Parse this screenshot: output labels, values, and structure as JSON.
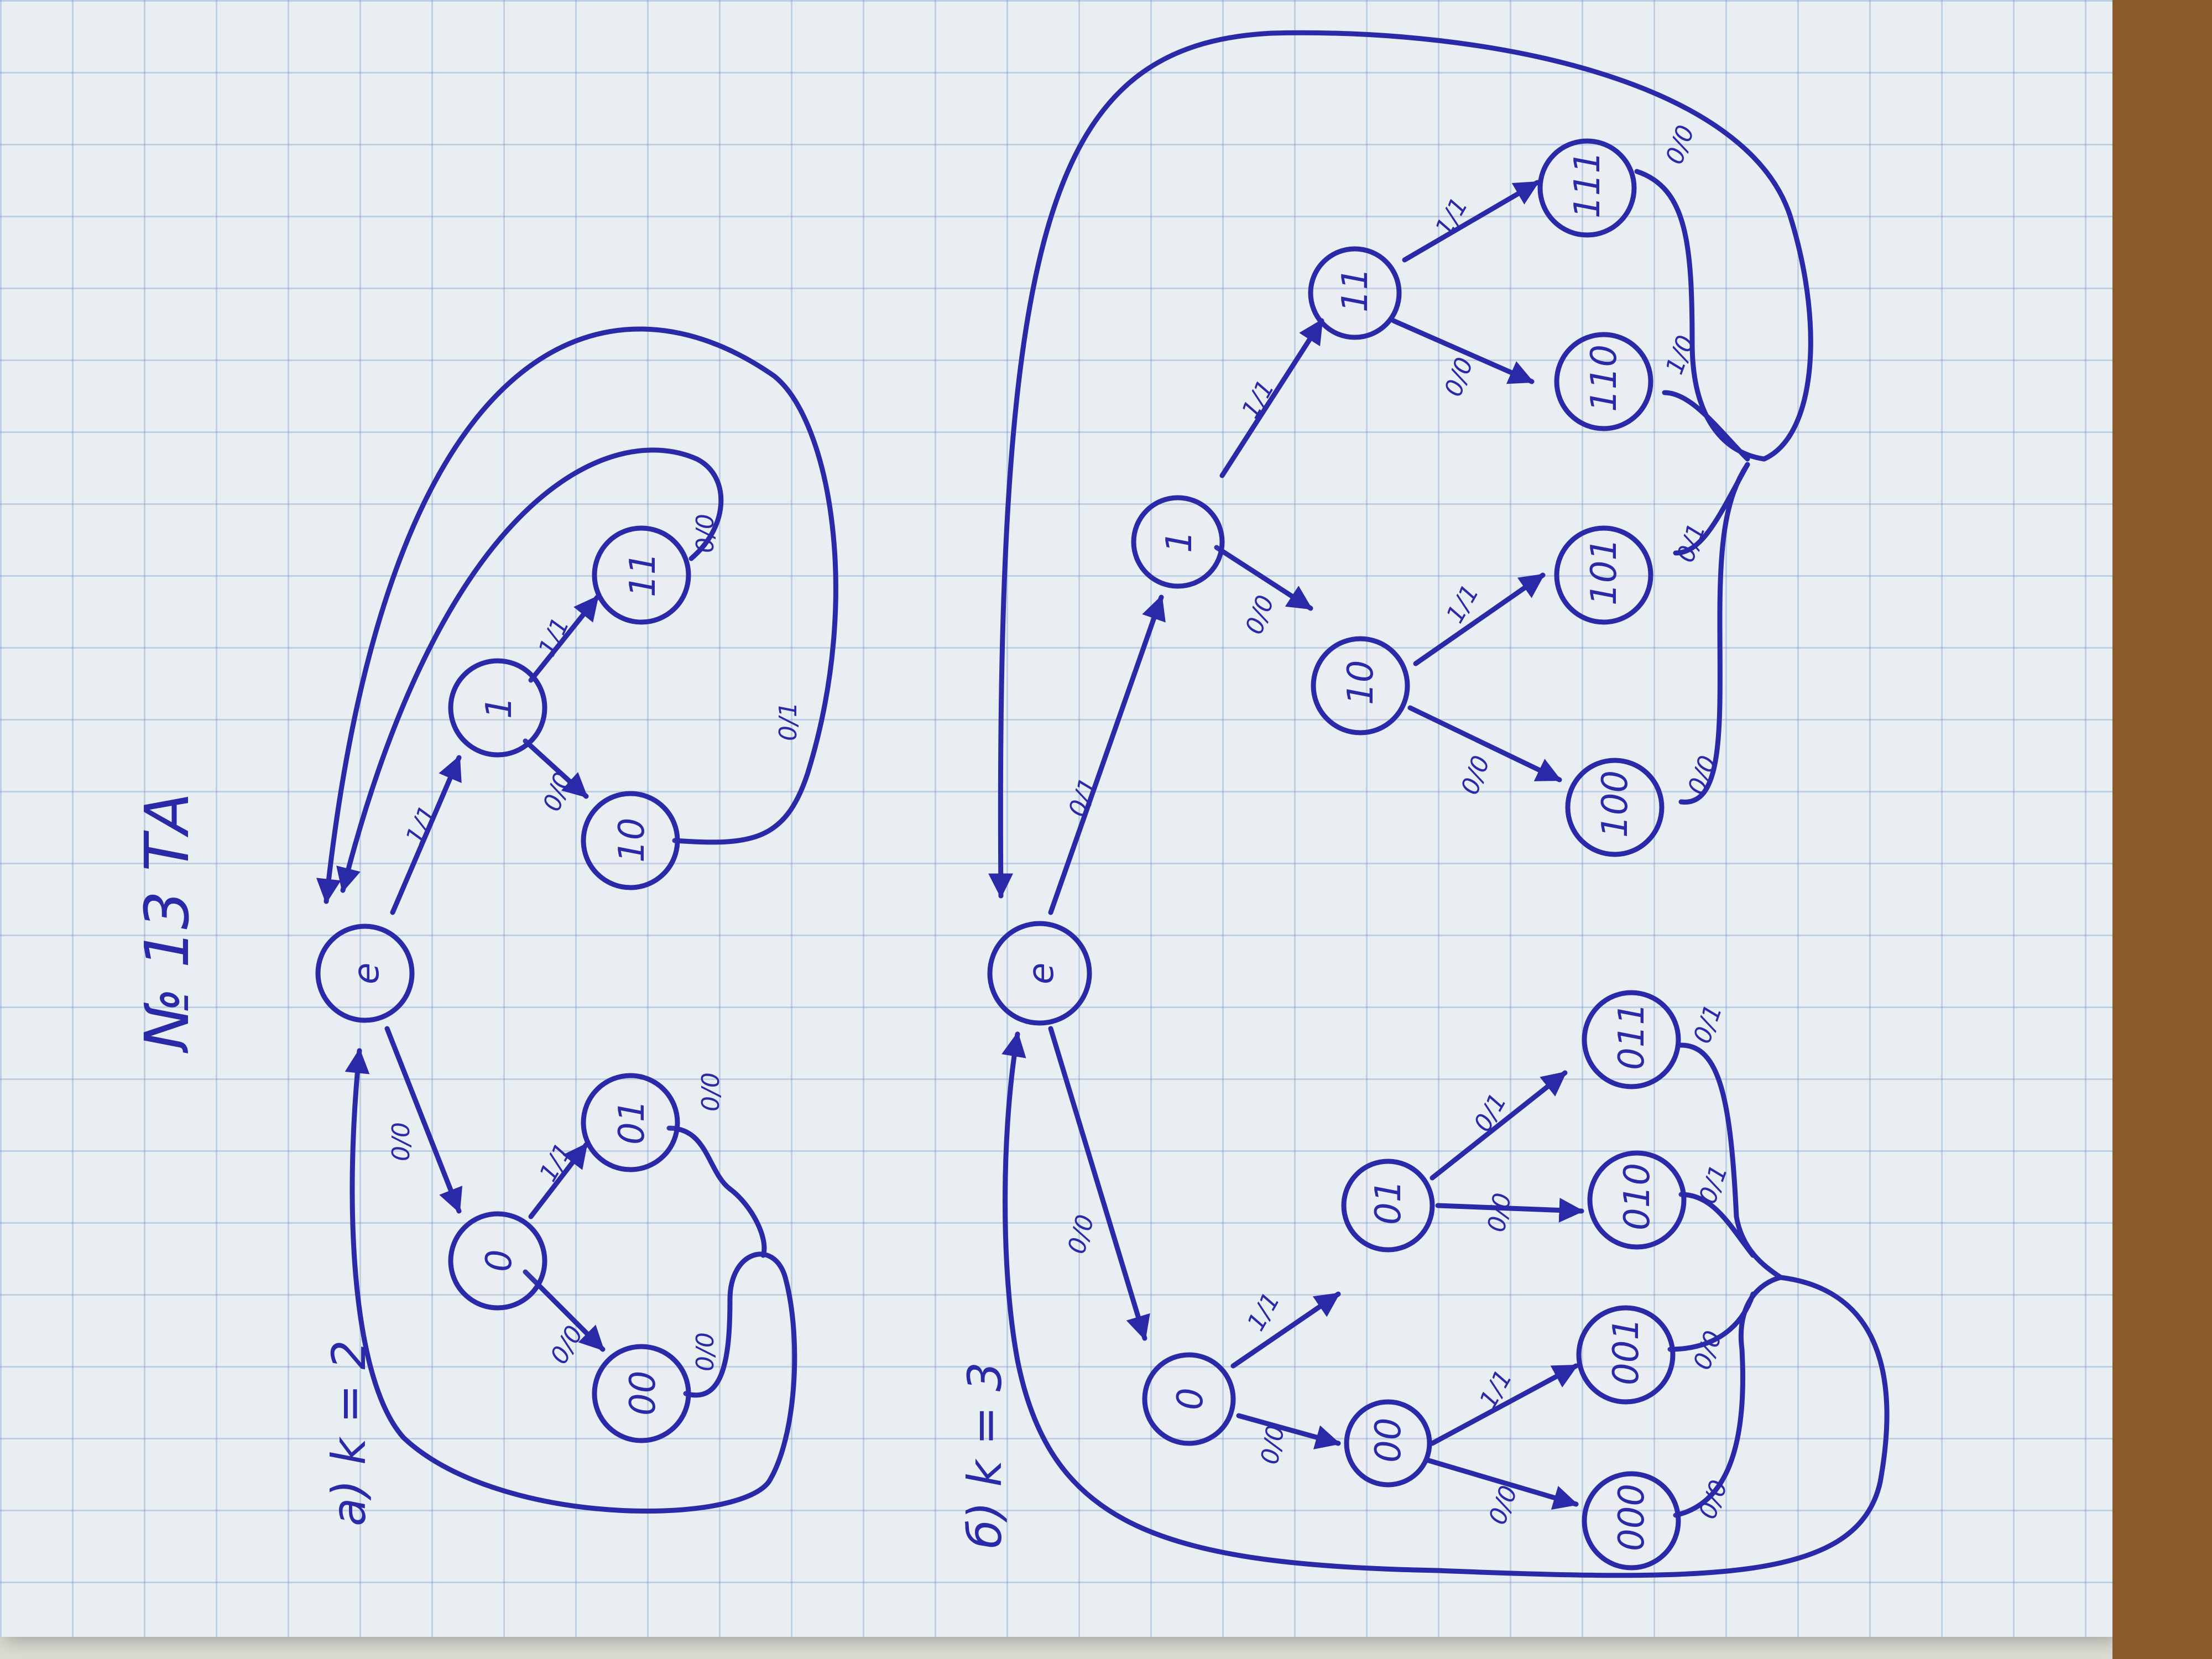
{
  "header": {
    "title": "№ 13 ТА"
  },
  "colors": {
    "ink": "#2a2aa8",
    "paper": "#e9eef2",
    "grid": "#6e96c8"
  },
  "part_a": {
    "label": "a) k = 2",
    "nodes": {
      "e": "e",
      "zero": "0",
      "one": "1",
      "n00": "00",
      "n01": "01",
      "n10": "10",
      "n11": "11"
    },
    "edges": {
      "e_zero": "0/0",
      "zero_00": "0/0",
      "zero_01": "1/1",
      "n00_back": "0/0",
      "n01_back": "0/0",
      "e_one": "1/1",
      "one_10": "0/0",
      "one_11": "1/1",
      "n11_back": "0/0",
      "n10_back": "0/1"
    }
  },
  "part_b": {
    "label": "б) k = 3",
    "nodes": {
      "e": "e",
      "zero": "0",
      "one": "1",
      "n00": "00",
      "n01": "01",
      "n10": "10",
      "n11": "11",
      "n000": "000",
      "n001": "001",
      "n010": "010",
      "n011": "011",
      "n100": "100",
      "n101": "101",
      "n110": "110",
      "n111": "111"
    },
    "edges": {
      "e_zero": "0/0",
      "zero_00": "0/0",
      "zero_01": "1/1",
      "n00_000": "0/0",
      "n00_001": "1/1",
      "n01_010": "0/0",
      "n01_011": "0/1",
      "n000_back": "0/0",
      "n001_back": "0/0",
      "n010_back": "0/1",
      "n011_back": "0/1",
      "e_one": "0/1",
      "one_10": "0/0",
      "one_11": "1/1",
      "n10_100": "0/0",
      "n10_101": "1/1",
      "n11_110": "0/0",
      "n11_111": "1/1",
      "n100_back": "0/0",
      "n101_back": "0/1",
      "n110_back": "1/0",
      "n111_back": "0/0"
    }
  }
}
